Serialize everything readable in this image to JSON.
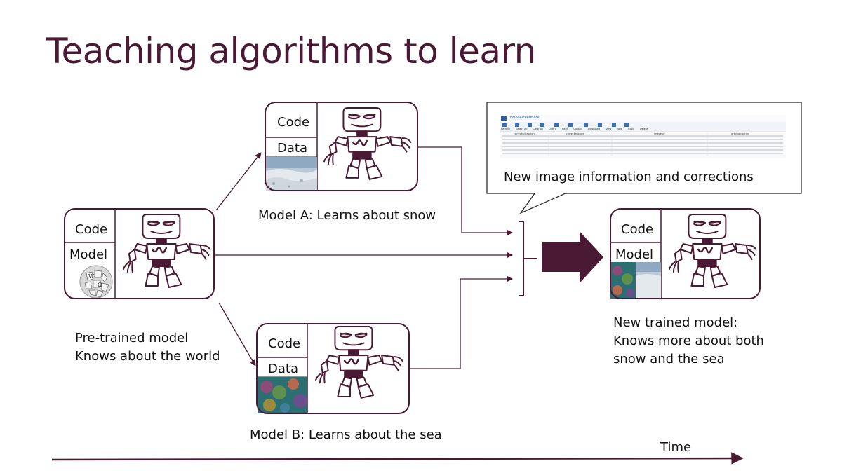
{
  "slide": {
    "title": "Teaching algorithms to learn",
    "time_label": "Time",
    "pretrained": {
      "code_label": "Code",
      "model_label": "Model",
      "caption_line1": "Pre-trained model",
      "caption_line2": "Knows about the world"
    },
    "model_a": {
      "code_label": "Code",
      "data_label": "Data",
      "caption": "Model A: Learns about snow"
    },
    "model_b": {
      "code_label": "Code",
      "data_label": "Data",
      "caption": "Model B: Learns about the sea"
    },
    "new_model": {
      "code_label": "Code",
      "model_label": "Model",
      "caption_line1": "New trained model:",
      "caption_line2": "Knows more about both",
      "caption_line3": "snow and the sea"
    },
    "callout": {
      "text": "New image information and corrections",
      "table_title": "tbModelFeedback",
      "toolbar_items": [
        "Refresh",
        "Select All",
        "Clear All",
        "Query",
        "Filter",
        "Upload",
        "Download",
        "View",
        "New",
        "Copy",
        "Delete"
      ],
      "columns": [
        "correctedcaption",
        "correctedpage",
        "imageurl",
        "originalcaption"
      ]
    }
  },
  "colors": {
    "accent": "#4a1a35",
    "text": "#111111"
  }
}
